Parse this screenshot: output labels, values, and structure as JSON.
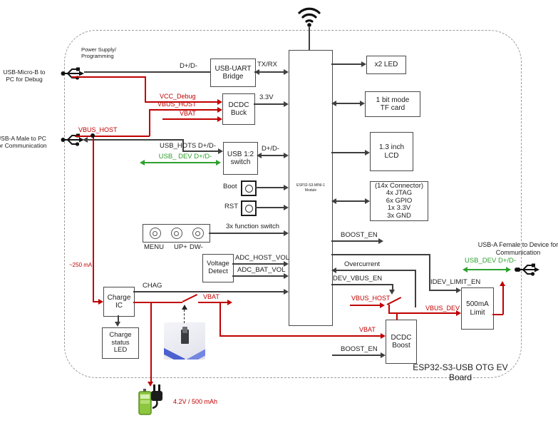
{
  "board_title": "ESP32-S3-USB OTG EV Board",
  "colors": {
    "wire": "#3f3f3f",
    "power_red": "#c00000",
    "usb_green": "#2ea12e"
  },
  "external_labels": {
    "power_supply": "Power Supply/\nProgramming",
    "usb_micro": "USB-Micro-B to\nPC for Debug",
    "usb_a_male": "USB-A Male to PC\nfor Communication",
    "usb_a_female": "USB-A Female to Device for\nCommunication",
    "battery": "4.2V / 500 mAh"
  },
  "blocks": {
    "usb_uart_bridge": "USB-UART\nBridge",
    "dcdc_buck": "DCDC\nBuck",
    "usb_switch": "USB 1:2\nswitch",
    "esp_module": "ESP32-S3-MINI-1\nModule",
    "x2_led": "x2 LED",
    "tf_card": "1 bit mode\nTF card",
    "lcd": "1.3 inch\nLCD",
    "connector_14x": "(14x Connector)\n4x JTAG\n6x GPIO\n1x 3.3V\n3x GND",
    "voltage_detect": "Voltage\nDetect",
    "charge_ic": "Charge\nIC",
    "charge_status_led": "Charge\nstatus\nLED",
    "current_limit": "500mA\nLimit",
    "dcdc_boost": "DCDC\nBoost"
  },
  "signals": {
    "dp_dm_debug": "D+/D-",
    "tx_rx": "TX/RX",
    "vcc_debug": "VCC_Debug",
    "vbus_host_buck": "VBUS_HOST",
    "vbat_buck": "VBAT",
    "v3_3": "3.3V",
    "vbus_host_usba": "VBUS_HOST",
    "usb_hots": "USB_HOTS D+/D-",
    "usb_dev_left": "USB_ DEV D+/D-",
    "dp_dm_switch": "D+/D-",
    "boot": "Boot",
    "rst": "RST",
    "fn_switch": "3x function switch",
    "menu": "MENU",
    "up": "UP+",
    "dw": "DW-",
    "adc_host_vol": "ADC_HOST_VOL",
    "adc_bat_vol": "ADC_BAT_VOL",
    "chag": "CHAG",
    "current_250": "~250 mA",
    "vbat_switch": "VBAT",
    "vbat_boost": "VBAT",
    "boost_en_top": "BOOST_EN",
    "boost_en_bottom": "BOOST_EN",
    "overcurrent": "Overcurrent",
    "dev_vbus_en": "DEV_VBUS_EN",
    "idev_limit_en": "IDEV_LIMIT_EN",
    "vbus_host_switch": "VBUS_HOST",
    "vbus_dev": "VBUS_DEV",
    "usb_dev_right": "USB_DEV D+/D-"
  }
}
